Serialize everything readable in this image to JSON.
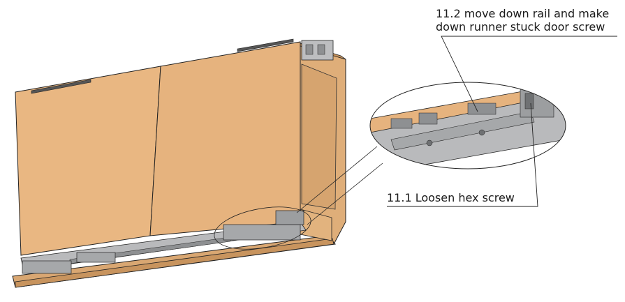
{
  "annotations": {
    "step_11_2_line1": "11.2 move down rail and make",
    "step_11_2_line2": "down runner stuck door screw",
    "step_11_1": "11.1  Loosen hex screw"
  },
  "colors": {
    "door_face": "#E9B782",
    "door_shadow": "#D8A572",
    "cabinet_side": "#DFAE79",
    "cabinet_inner": "#D6A46F",
    "rail_metal": "#B9BABC",
    "rail_dark": "#8E9092",
    "line": "#222222"
  }
}
